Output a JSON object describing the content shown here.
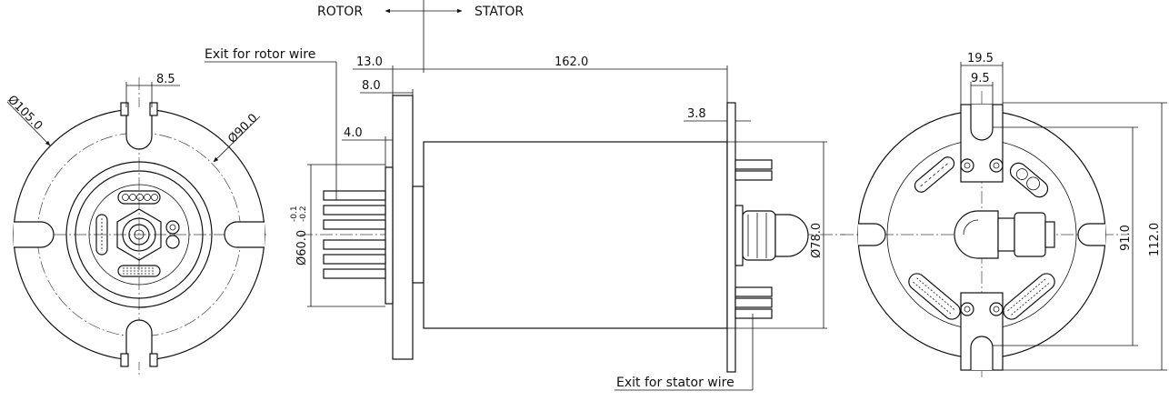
{
  "header": {
    "rotor": "ROTOR",
    "stator": "STATOR"
  },
  "callouts": {
    "rotor_wire": "Exit for rotor wire",
    "stator_wire": "Exit for stator wire"
  },
  "front_view": {
    "slot_width": "8.5",
    "outer_dia": "Ø105.0",
    "bolt_circle": "Ø90.0"
  },
  "side_view": {
    "flange_offset": "13.0",
    "length": "162.0",
    "flange_thick": "8.0",
    "step": "4.0",
    "stator_flange": "3.8",
    "rotor_dia": "Ø60.0",
    "tol_upper": "-0.1",
    "tol_lower": "-0.2",
    "body_dia": "Ø78.0"
  },
  "rear_view": {
    "bracket_width": "19.5",
    "slot_width": "9.5",
    "slot_pitch": "91.0",
    "overall": "112.0"
  }
}
